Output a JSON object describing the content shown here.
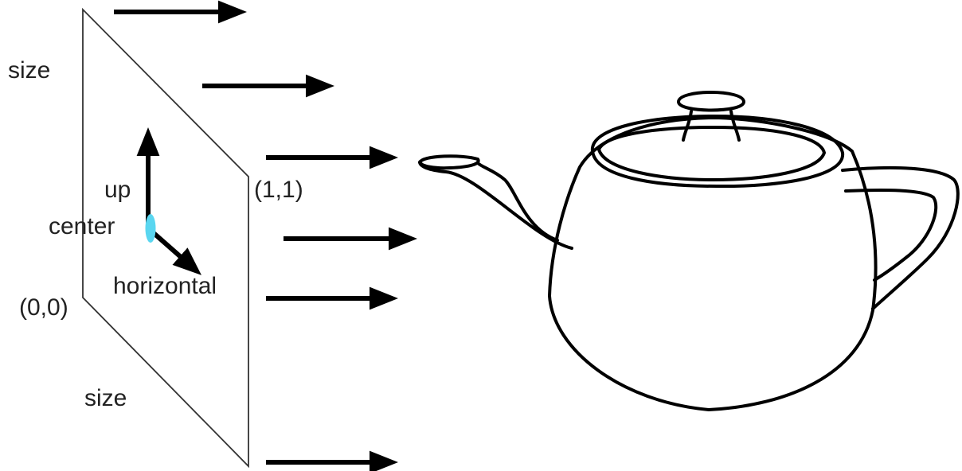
{
  "labels": {
    "size_top": "size",
    "size_bottom": "size",
    "up": "up",
    "center": "center",
    "horizontal": "horizontal",
    "origin_corner": "(0,0)",
    "far_corner": "(1,1)"
  },
  "colors": {
    "ink": "#000000",
    "plane_edge": "#333333",
    "center_marker": "#5ad6f0",
    "text": "#222222"
  }
}
